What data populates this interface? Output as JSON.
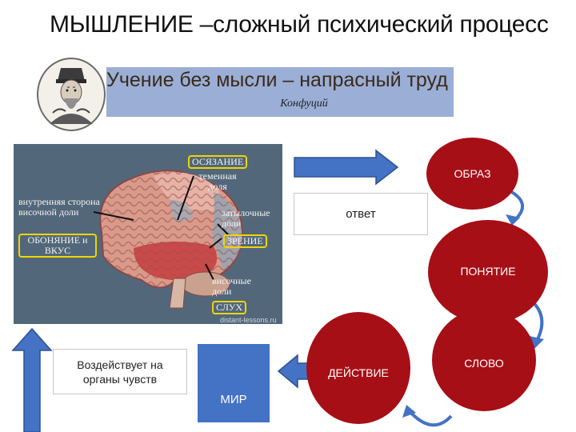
{
  "title": "МЫШЛЕНИЕ –сложный психический процесс",
  "quote": {
    "text": "Учение без мысли – напрасный труд",
    "author": "Конфуций"
  },
  "brain_labels": {
    "touch": "ОСЯЗАНИЕ",
    "parietal": "теменная доля",
    "temporal_inner": "внутренняя сторона височной доли",
    "occipital": "затылочные доли",
    "smell_taste": "ОБОНЯНИЕ и ВКУС",
    "vision": "ЗРЕНИЕ",
    "temporal": "височные доли",
    "hearing": "СЛУХ",
    "watermark": "distant-lessons.ru"
  },
  "nodes": {
    "image": "ОБРАЗ",
    "concept": "ПОНЯТИЕ",
    "word": "СЛОВО",
    "action": "ДЕЙСТВИЕ"
  },
  "boxes": {
    "answer": "ответ",
    "impact": "Воздействует на органы чувств",
    "world": "МИР"
  },
  "colors": {
    "node_red": "#a70f16",
    "arrow_blue": "#4472c4",
    "quote_bg": "#9aaed6",
    "world_bg": "#4472c4"
  }
}
